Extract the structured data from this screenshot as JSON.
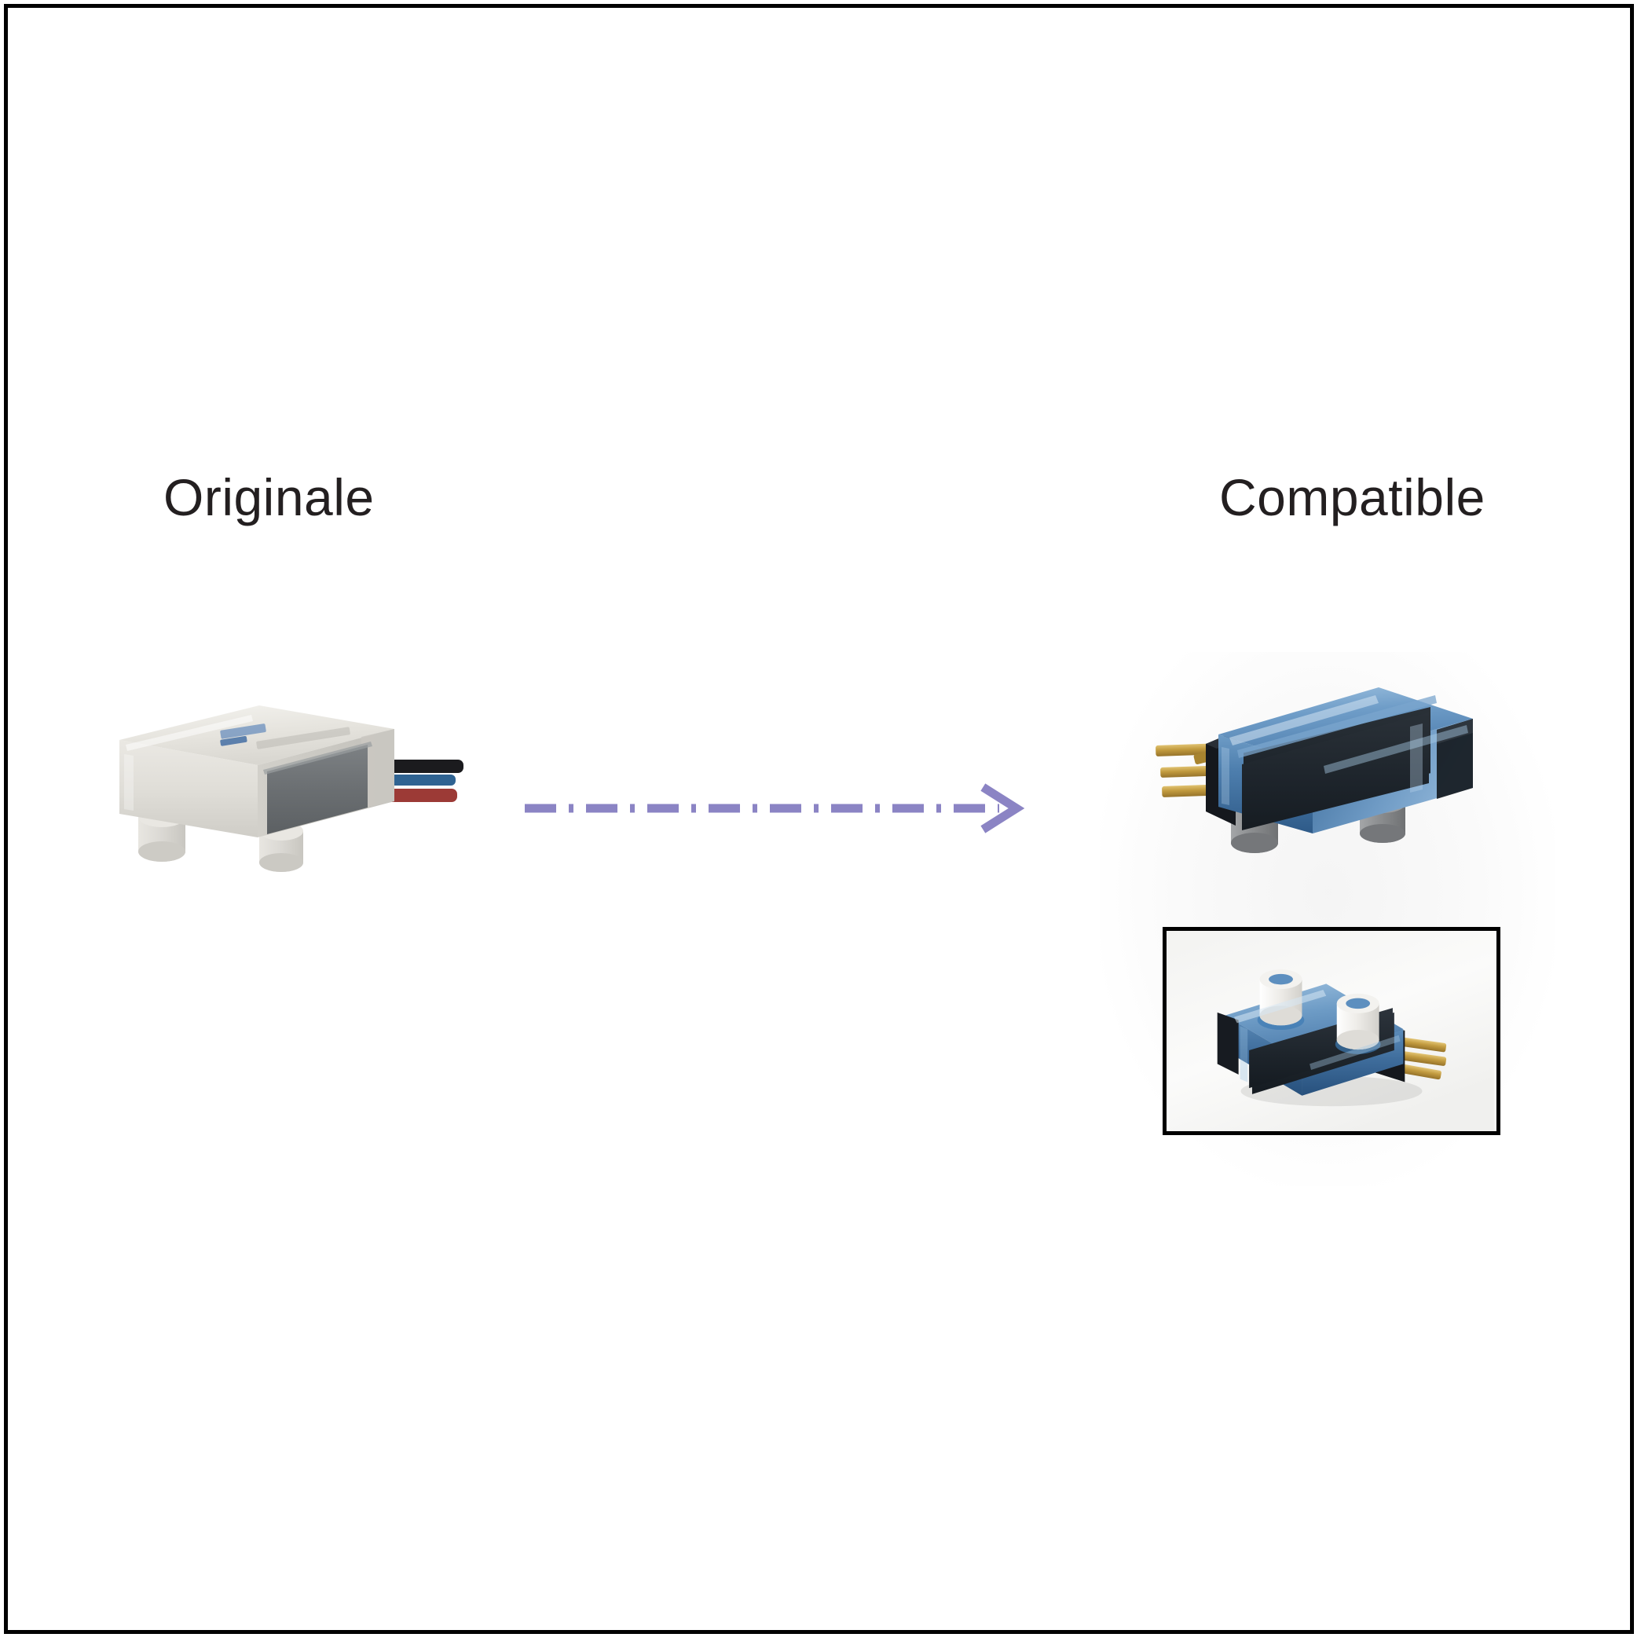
{
  "frame": {
    "border_color": "#000000",
    "background": "#ffffff"
  },
  "columns": {
    "original": {
      "label": "Originale",
      "product_alt": "clear translucent plastic flow sensor housing with grey internal panel and black, blue and red wires"
    },
    "compatible": {
      "label": "Compatible",
      "product_alt": "blue translucent flow sensor housing with black end caps, gold contact pins and grey threaded ports",
      "boxed_product_alt": "blue translucent flow sensor shown from above with white threaded port caps and gold pins"
    }
  },
  "arrow": {
    "name": "dash-dot-arrow",
    "direction": "right",
    "style": "dash-dot",
    "color": "#8b84c4",
    "head": "chevron"
  },
  "colors": {
    "text": "#231f20",
    "frame_border": "#000000",
    "arrow": "#8b84c4",
    "original_body": "#e9e7e2",
    "original_panel": "#6f7376",
    "wire_black": "#1b1b1e",
    "wire_blue": "#2f6392",
    "wire_red": "#9c3a36",
    "compatible_blue": "#5f8fc0",
    "compatible_blue_dark": "#2d5b8c",
    "compatible_black": "#15181d",
    "pin_gold": "#c7a24a",
    "port_grey": "#8e9092",
    "port_white": "#eceae6"
  }
}
